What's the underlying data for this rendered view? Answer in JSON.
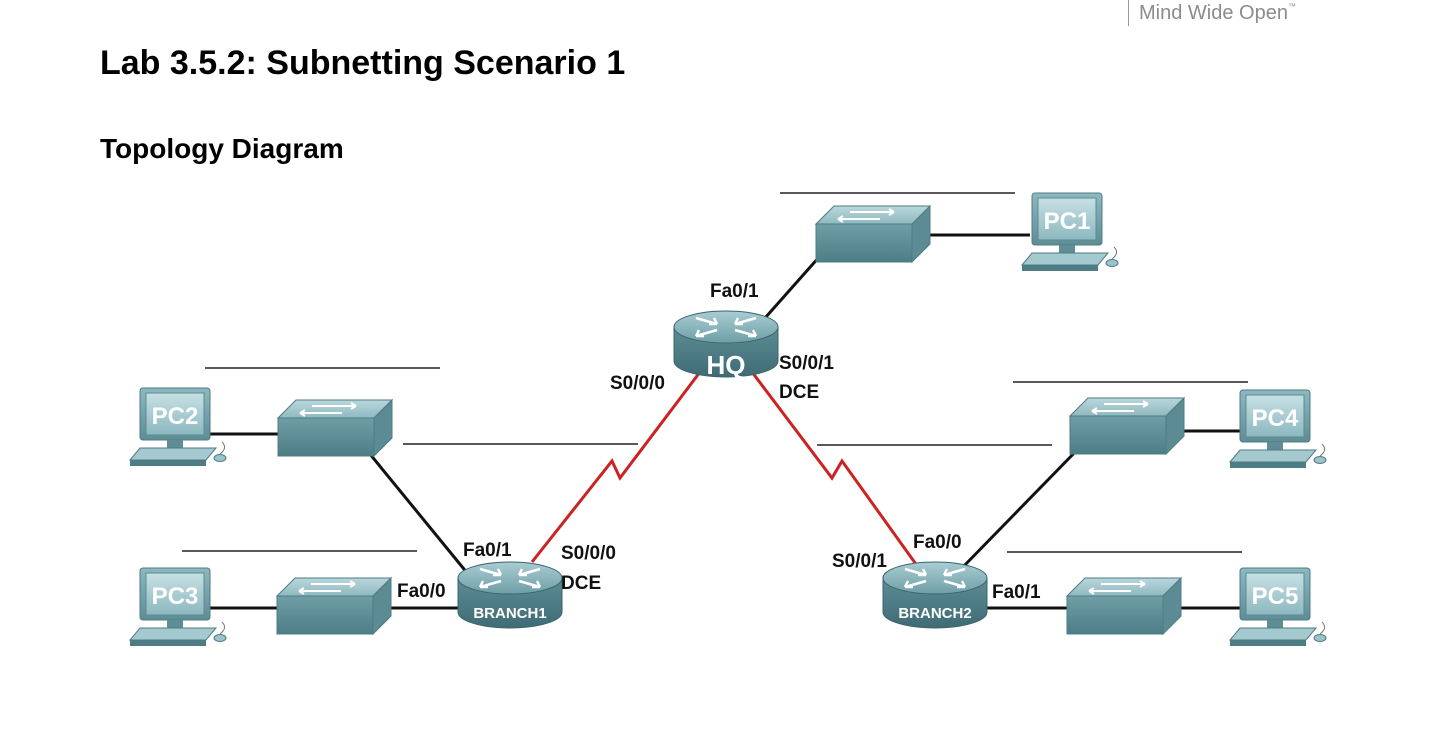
{
  "header": {
    "brand_text": "Mind Wide Open",
    "brand_mark": "™"
  },
  "document": {
    "title": "Lab 3.5.2: Subnetting Scenario 1",
    "section_heading": "Topology Diagram"
  },
  "diagram": {
    "routers": {
      "hq": "HQ",
      "branch1": "BRANCH1",
      "branch2": "BRANCH2"
    },
    "pcs": {
      "pc1": "PC1",
      "pc2": "PC2",
      "pc3": "PC3",
      "pc4": "PC4",
      "pc5": "PC5"
    },
    "interfaces": {
      "hq_fa0_1": "Fa0/1",
      "hq_s0_0_0": "S0/0/0",
      "hq_s0_0_1": "S0/0/1",
      "hq_dce": "DCE",
      "b1_fa0_1": "Fa0/1",
      "b1_fa0_0": "Fa0/0",
      "b1_s0_0_0": "S0/0/0",
      "b1_dce": "DCE",
      "b2_s0_0_1": "S0/0/1",
      "b2_fa0_0": "Fa0/0",
      "b2_fa0_1": "Fa0/1"
    },
    "colors": {
      "serial_link": "#cc2222",
      "ethernet_link": "#111111",
      "device_teal": "#6f9ea6"
    }
  }
}
